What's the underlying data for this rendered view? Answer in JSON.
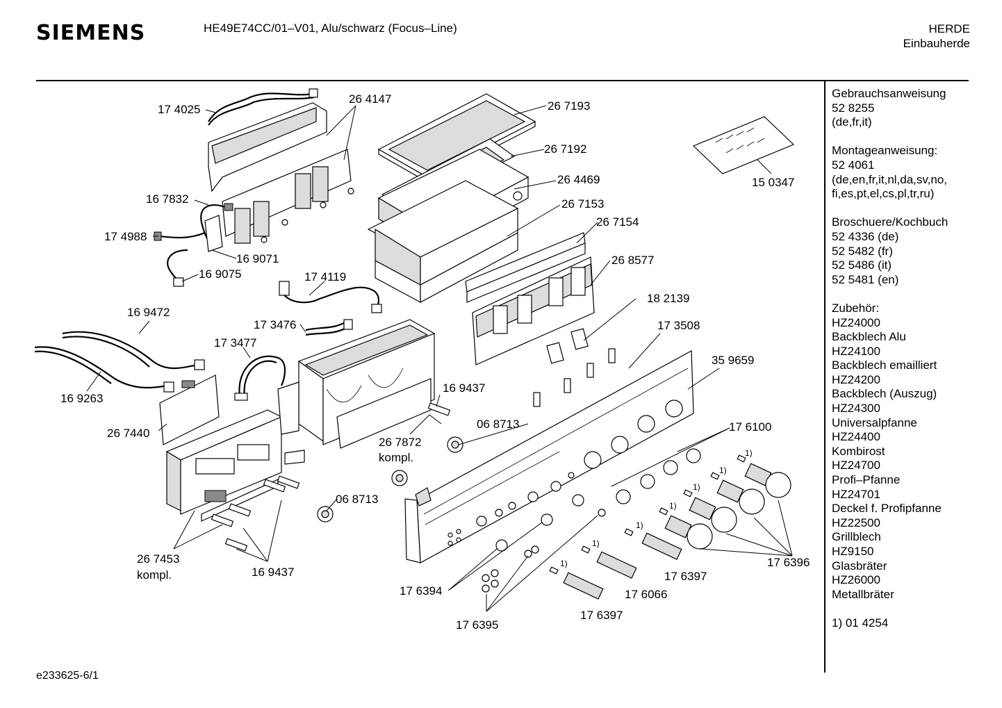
{
  "header": {
    "brand": "SIEMENS",
    "model": "HE49E74CC/01–V01, Alu/schwarz (Focus–Line)",
    "category": "HERDE",
    "subcategory": "Einbauherde"
  },
  "sidebar": {
    "groups": [
      [
        "Gebrauchsanweisung",
        "52 8255",
        "(de,fr,it)"
      ],
      [
        "Montageanweisung:",
        "52 4061",
        "(de,en,fr,it,nl,da,sv,no,",
        "fi,es,pt,el,cs,pl,tr,ru)"
      ],
      [
        "Broschuere/Kochbuch",
        "52 4336 (de)",
        "52 5482 (fr)",
        "52 5486 (it)",
        "52 5481 (en)"
      ],
      [
        "Zubehör:",
        "HZ24000",
        "Backblech Alu",
        "HZ24100",
        "Backblech emailliert",
        "HZ24200",
        "Backblech (Auszug)",
        "HZ24300",
        "Universalpfanne",
        "HZ24400",
        "Kombirost",
        "HZ24700",
        "Profi–Pfanne",
        "HZ24701",
        "Deckel f. Profipfanne",
        "HZ22500",
        "Grillblech",
        "HZ9150",
        "Glasbräter",
        "HZ26000",
        "Metallbräter"
      ],
      [
        "1) 01 4254"
      ]
    ]
  },
  "footer": {
    "doc_id": "e233625-6/1"
  },
  "labels": {
    "p174025": "17 4025",
    "p264147": "26 4147",
    "p267193": "26 7193",
    "p267192": "26 7192",
    "p264469": "26 4469",
    "p267153": "26 7153",
    "p267154": "26 7154",
    "p268577": "26 8577",
    "p182139": "18 2139",
    "p173508": "17 3508",
    "p359659": "35 9659",
    "p176100": "17 6100",
    "p167832": "16 7832",
    "p174988": "17 4988",
    "p169071": "16 9071",
    "p169075": "16 9075",
    "p174119": "17 4119",
    "p150347": "15 0347",
    "p169472": "16 9472",
    "p173476": "17 3476",
    "p173477": "17 3477",
    "p169263": "16 9263",
    "p267440": "26 7440",
    "p169437a": "16 9437",
    "p068713a": "06 8713",
    "p267872": "26 7872",
    "p267872k": "kompl.",
    "p068713b": "06 8713",
    "p267453": "26 7453",
    "p267453k": "kompl.",
    "p169437b": "16 9437",
    "p176394": "17 6394",
    "p176395": "17 6395",
    "p176397a": "17 6397",
    "p176066": "17 6066",
    "p176397b": "17 6397",
    "p176396": "17 6396",
    "fn": "1)"
  }
}
